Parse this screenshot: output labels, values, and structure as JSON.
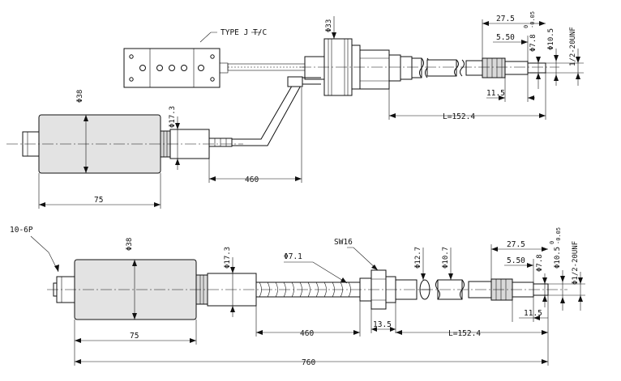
{
  "top": {
    "connector_label": "TYPE J T/C",
    "dim_d38": "Φ38",
    "dim_d17_3": "Φ17.3",
    "dim_d33": "Φ33",
    "dim_75": "75",
    "dim_460": "460",
    "dim_L": "L=152.4",
    "dim_27_5": "27.5",
    "dim_5_50": "5.50",
    "dim_11_5": "11.5",
    "dim_d7_8": "Φ7.8",
    "tol_upper": "0",
    "tol_lower": "-0.05",
    "dim_d10_5": "Φ10.5",
    "thread": "1/2-20UNF"
  },
  "bottom": {
    "connector_label": "10-6P",
    "dim_d38": "Φ38",
    "dim_d17_3": "Φ17.3",
    "dim_d7_1": "Φ7.1",
    "dim_sw16": "SW16",
    "dim_d12_7": "Φ12.7",
    "dim_d10_7": "Φ10.7",
    "dim_75": "75",
    "dim_460": "460",
    "dim_13_5": "13.5",
    "dim_L": "L=152.4",
    "dim_27_5": "27.5",
    "dim_5_50": "5.50",
    "dim_11_5": "11.5",
    "dim_d7_8": "Φ7.8",
    "tol_upper": "0",
    "tol_lower": "-0.05",
    "dim_d10_5": "Φ10.5",
    "thread": "Φ1/2-20UNF",
    "dim_760": "760"
  }
}
